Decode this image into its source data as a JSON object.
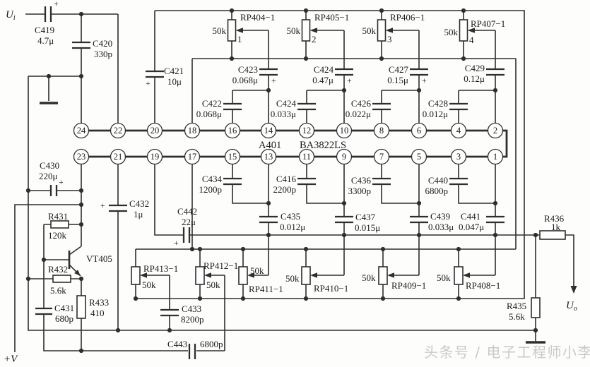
{
  "watermark": "头条号 / 电子工程师小李",
  "terminals": {
    "input": {
      "main": "U",
      "sub": "i"
    },
    "output": {
      "main": "U",
      "sub": "o"
    },
    "supply": "+V"
  },
  "ic": {
    "ref": "A401",
    "part": "BA3822LS",
    "top_pins": [
      "24",
      "22",
      "20",
      "18",
      "16",
      "14",
      "12",
      "10",
      "8",
      "6",
      "4",
      "2"
    ],
    "bottom_pins": [
      "23",
      "21",
      "19",
      "17",
      "15",
      "13",
      "11",
      "9",
      "7",
      "5",
      "3",
      "1"
    ]
  },
  "potentiometers": {
    "rp404": {
      "ref": "RP404−1",
      "value": "50k",
      "tap": "1"
    },
    "rp405": {
      "ref": "RP405−1",
      "value": "50k",
      "tap": "2"
    },
    "rp406": {
      "ref": "RP406−1",
      "value": "50k",
      "tap": "3"
    },
    "rp407": {
      "ref": "RP407−1",
      "value": "50k",
      "tap": "4"
    },
    "rp408": {
      "ref": "RP408−1",
      "value": "50k"
    },
    "rp409": {
      "ref": "RP409−1",
      "value": "50k"
    },
    "rp410": {
      "ref": "RP410−1",
      "value": "50k"
    },
    "rp411": {
      "ref": "RP411−1",
      "value": "50k"
    },
    "rp412": {
      "ref": "RP412−1",
      "value": "50k"
    },
    "rp413": {
      "ref": "RP413−1",
      "value": "50k"
    }
  },
  "capacitors": {
    "c419": {
      "ref": "C419",
      "value": "4.7μ"
    },
    "c420": {
      "ref": "C420",
      "value": "330p"
    },
    "c421": {
      "ref": "C421",
      "value": "10μ"
    },
    "c422": {
      "ref": "C422",
      "value": "0.068μ"
    },
    "c423": {
      "ref": "C423",
      "value": "0.068μ"
    },
    "c424a": {
      "ref": "C424",
      "value": "0.47μ"
    },
    "c424b": {
      "ref": "C424",
      "value": "0.033μ"
    },
    "c426": {
      "ref": "C426",
      "value": "0.022μ"
    },
    "c427": {
      "ref": "C427",
      "value": "0.15μ"
    },
    "c428": {
      "ref": "C428",
      "value": "0.012μ"
    },
    "c429": {
      "ref": "C429",
      "value": "0.12μ"
    },
    "c430": {
      "ref": "C430",
      "value": "220μ"
    },
    "c431": {
      "ref": "C431",
      "value": "680p"
    },
    "c432": {
      "ref": "C432",
      "value": "1μ"
    },
    "c433": {
      "ref": "C433",
      "value": "8200p"
    },
    "c434": {
      "ref": "C434",
      "value": "1200p"
    },
    "c416": {
      "ref": "C416",
      "value": "2200p"
    },
    "c435": {
      "ref": "C435",
      "value": "0.012μ"
    },
    "c436": {
      "ref": "C436",
      "value": "3300p"
    },
    "c437": {
      "ref": "C437",
      "value": "0.015μ"
    },
    "c439": {
      "ref": "C439",
      "value": "0.033μ"
    },
    "c440": {
      "ref": "C440",
      "value": "6800p"
    },
    "c441": {
      "ref": "C441",
      "value": "0.047μ"
    },
    "c442": {
      "ref": "C442",
      "value": "22μ"
    },
    "c443": {
      "ref": "C443",
      "value": "6800p"
    }
  },
  "resistors": {
    "r431": {
      "ref": "R431",
      "value": "120k"
    },
    "r432": {
      "ref": "R432",
      "value": "5.6k"
    },
    "r433": {
      "ref": "R433",
      "value": "410"
    },
    "r435": {
      "ref": "R435",
      "value": "5.6k"
    },
    "r436": {
      "ref": "R436",
      "value": "1k"
    }
  },
  "transistor": {
    "ref": "VT405"
  },
  "plus_sign": "+"
}
